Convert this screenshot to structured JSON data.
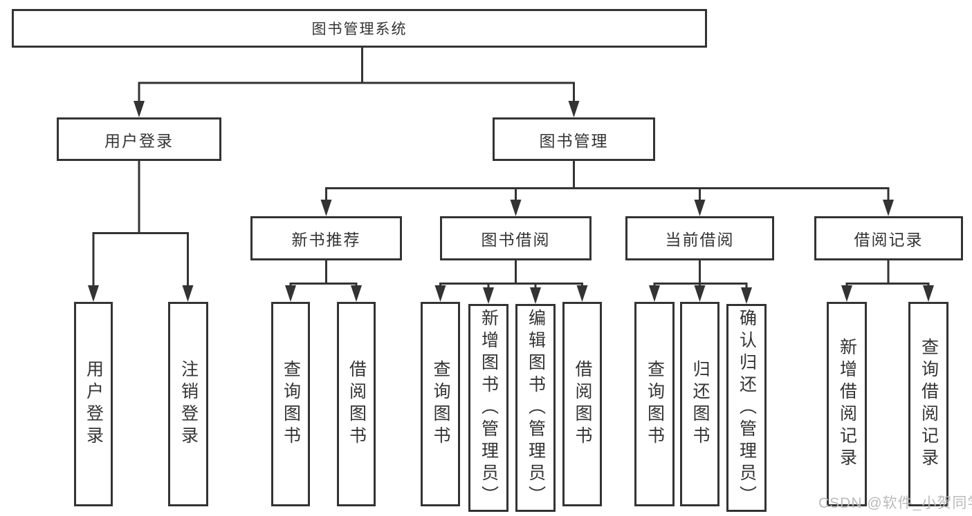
{
  "diagram": {
    "type": "hierarchy-diagram",
    "line_color": "#333333",
    "text_color": "#333333",
    "background": "#ffffff",
    "watermark": "CSDN @软件_小贺同学",
    "watermark_color": "#bababa",
    "nodes": {
      "root": {
        "label": "图书管理系统",
        "level": 1
      },
      "user_login": {
        "label": "用户登录",
        "level": 2
      },
      "book_mgmt": {
        "label": "图书管理",
        "level": 2
      },
      "new_books": {
        "label": "新书推荐",
        "level": 3
      },
      "book_borrow": {
        "label": "图书借阅",
        "level": 3
      },
      "current_borrow": {
        "label": "当前借阅",
        "level": 3
      },
      "borrow_records": {
        "label": "借阅记录",
        "level": 3
      },
      "ul_user_login": {
        "label": "用户登录",
        "level": 4
      },
      "ul_logout": {
        "label": "注销登录",
        "level": 4
      },
      "nb_query_books": {
        "label": "查询图书",
        "level": 4
      },
      "nb_borrow_books": {
        "label": "借阅图书",
        "level": 4
      },
      "bb_query_books": {
        "label": "查询图书",
        "level": 4
      },
      "bb_add_books": {
        "label": "新增图书（管理员）",
        "level": 4
      },
      "bb_edit_books": {
        "label": "编辑图书（管理员）",
        "level": 4
      },
      "bb_borrow_books": {
        "label": "借阅图书",
        "level": 4
      },
      "cb_query_books": {
        "label": "查询图书",
        "level": 4
      },
      "cb_return_books": {
        "label": "归还图书",
        "level": 4
      },
      "cb_confirm_return": {
        "label": "确认归还（管理员）",
        "level": 4
      },
      "br_add_record": {
        "label": "新增借阅记录",
        "level": 4
      },
      "br_query_record": {
        "label": "查询借阅记录",
        "level": 4
      }
    },
    "structure": [
      {
        "parent": "图书管理系统",
        "children": [
          "用户登录",
          "图书管理"
        ]
      },
      {
        "parent": "用户登录",
        "children": [
          "用户登录",
          "注销登录"
        ]
      },
      {
        "parent": "图书管理",
        "children": [
          "新书推荐",
          "图书借阅",
          "当前借阅",
          "借阅记录"
        ]
      },
      {
        "parent": "新书推荐",
        "children": [
          "查询图书",
          "借阅图书"
        ]
      },
      {
        "parent": "图书借阅",
        "children": [
          "查询图书",
          "新增图书（管理员）",
          "编辑图书（管理员）",
          "借阅图书"
        ]
      },
      {
        "parent": "当前借阅",
        "children": [
          "查询图书",
          "归还图书",
          "确认归还（管理员）"
        ]
      },
      {
        "parent": "借阅记录",
        "children": [
          "新增借阅记录",
          "查询借阅记录"
        ]
      }
    ]
  }
}
